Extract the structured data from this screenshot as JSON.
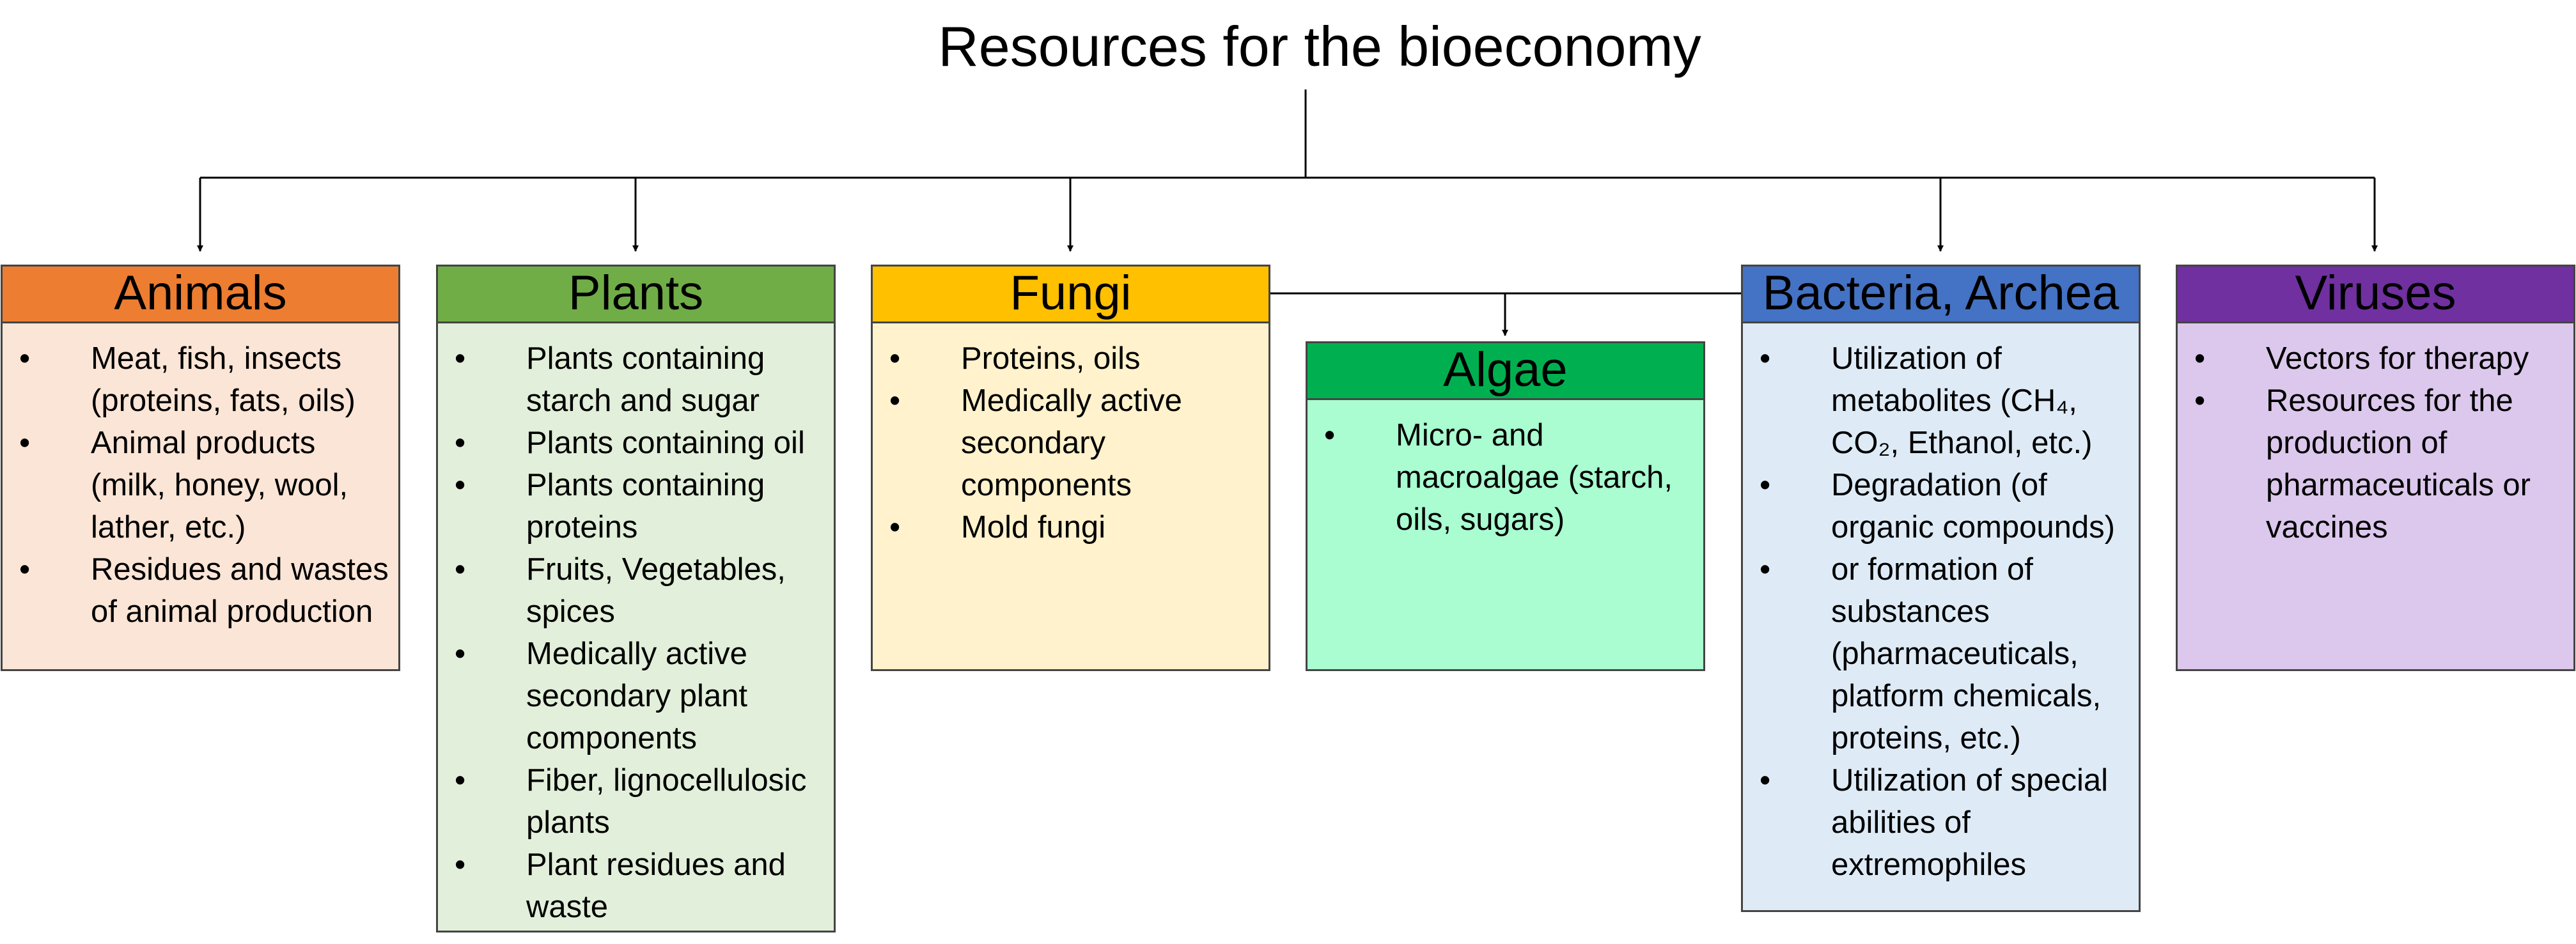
{
  "title": "Resources for the bioeconomy",
  "categories": [
    {
      "id": "animals",
      "title": "Animals",
      "header_color": "#ED7D31",
      "body_color": "#FBE5D6",
      "items": [
        "Meat, fish, insects (proteins, fats, oils)",
        "Animal products (milk, honey, wool, lather, etc.)",
        "Residues and wastes of animal production"
      ]
    },
    {
      "id": "plants",
      "title": "Plants",
      "header_color": "#70AD47",
      "body_color": "#E2EFDA",
      "items": [
        "Plants containing starch and sugar",
        "Plants containing oil",
        "Plants containing proteins",
        "Fruits, Vegetables, spices",
        "Medically active secondary plant components",
        "Fiber, lignocellulosic plants",
        "Plant residues and waste"
      ]
    },
    {
      "id": "fungi",
      "title": "Fungi",
      "header_color": "#FFC000",
      "body_color": "#FFF2CC",
      "items": [
        "Proteins, oils",
        "Medically active secondary components",
        "Mold fungi"
      ]
    },
    {
      "id": "algae",
      "title": "Algae",
      "header_color": "#00B050",
      "body_color": "#A9FDD1",
      "items": [
        "Micro- and macroalgae (starch, oils, sugars)"
      ]
    },
    {
      "id": "bacteria",
      "title": "Bacteria, Archea",
      "header_color": "#4472C4",
      "body_color": "#DEEBF7",
      "items": [
        "Utilization of metabolites (CH₄, CO₂, Ethanol, etc.)",
        "Degradation (of organic compounds)",
        "or formation of substances (pharmaceuticals, platform chemicals, proteins, etc.)",
        "Utilization of special abilities of extremophiles"
      ]
    },
    {
      "id": "viruses",
      "title": "Viruses",
      "header_color": "#7030A0",
      "body_color": "#DCC8EC",
      "items": [
        "Vectors for therapy",
        "Resources for the production of pharmaceuticals or vaccines"
      ]
    }
  ],
  "bullet": "•"
}
